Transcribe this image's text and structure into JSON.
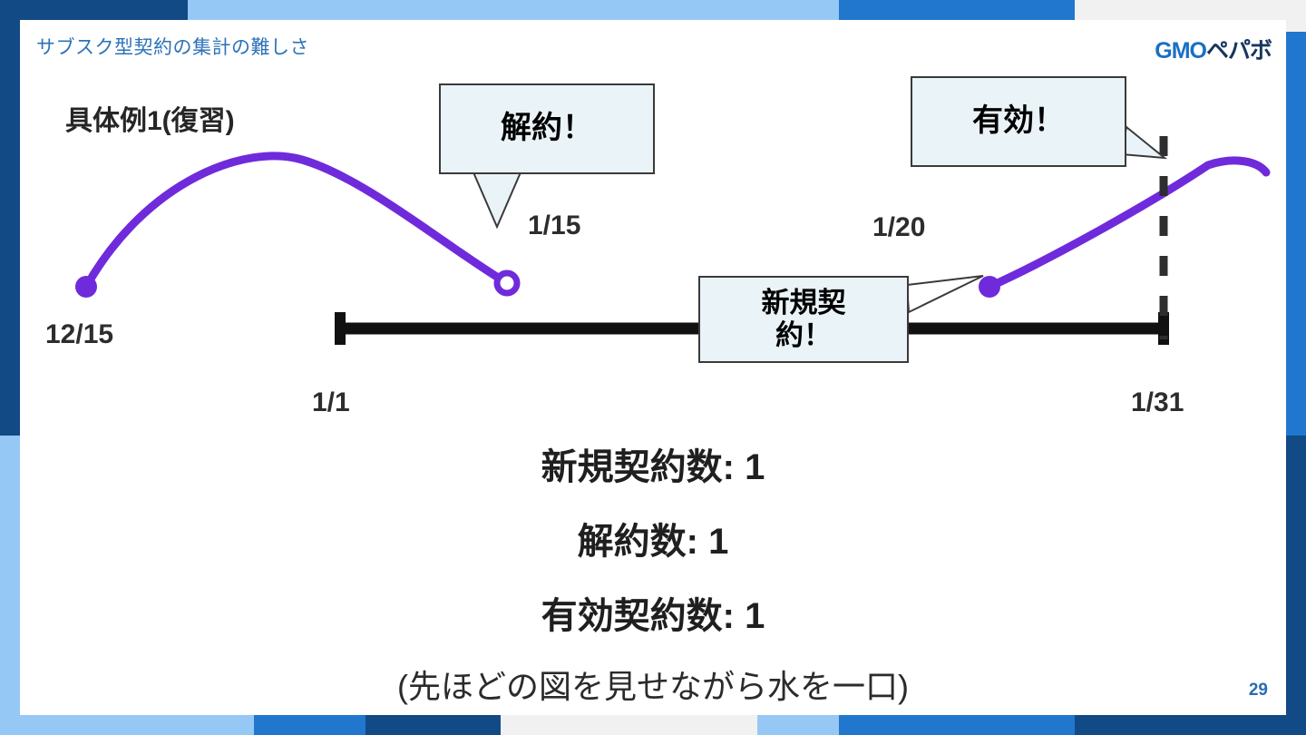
{
  "slide": {
    "title": "サブスク型契約の集計の難しさ",
    "page_number": "29",
    "logo": {
      "gmo": "GMO",
      "pepabo": "ペパボ"
    },
    "colors": {
      "accent_blue": "#2c72b8",
      "navy": "#124a86",
      "mid_blue": "#2177ce",
      "light_blue": "#96c8f5",
      "curve_purple": "#6f2bdb",
      "bubble_fill": "#eaf3f7",
      "bubble_border": "#3a3a3a",
      "timeline_black": "#111111"
    }
  },
  "figure": {
    "example_title": "具体例1(復習)",
    "bubbles": [
      {
        "id": "cancel",
        "label": "解約！"
      },
      {
        "id": "active",
        "label": "有効！"
      },
      {
        "id": "new",
        "label": "新規契\n約！",
        "line1": "新規契",
        "line2": "約！"
      }
    ],
    "dates": {
      "contract_start": "12/15",
      "cancel": "1/15",
      "period_start": "1/1",
      "new_contract": "1/20",
      "period_end": "1/31"
    }
  },
  "summary": {
    "new_contracts": "新規契約数: 1",
    "cancellations": "解約数: 1",
    "active_contracts": "有効契約数: 1",
    "note": "(先ほどの図を見せながら水を一口)"
  }
}
